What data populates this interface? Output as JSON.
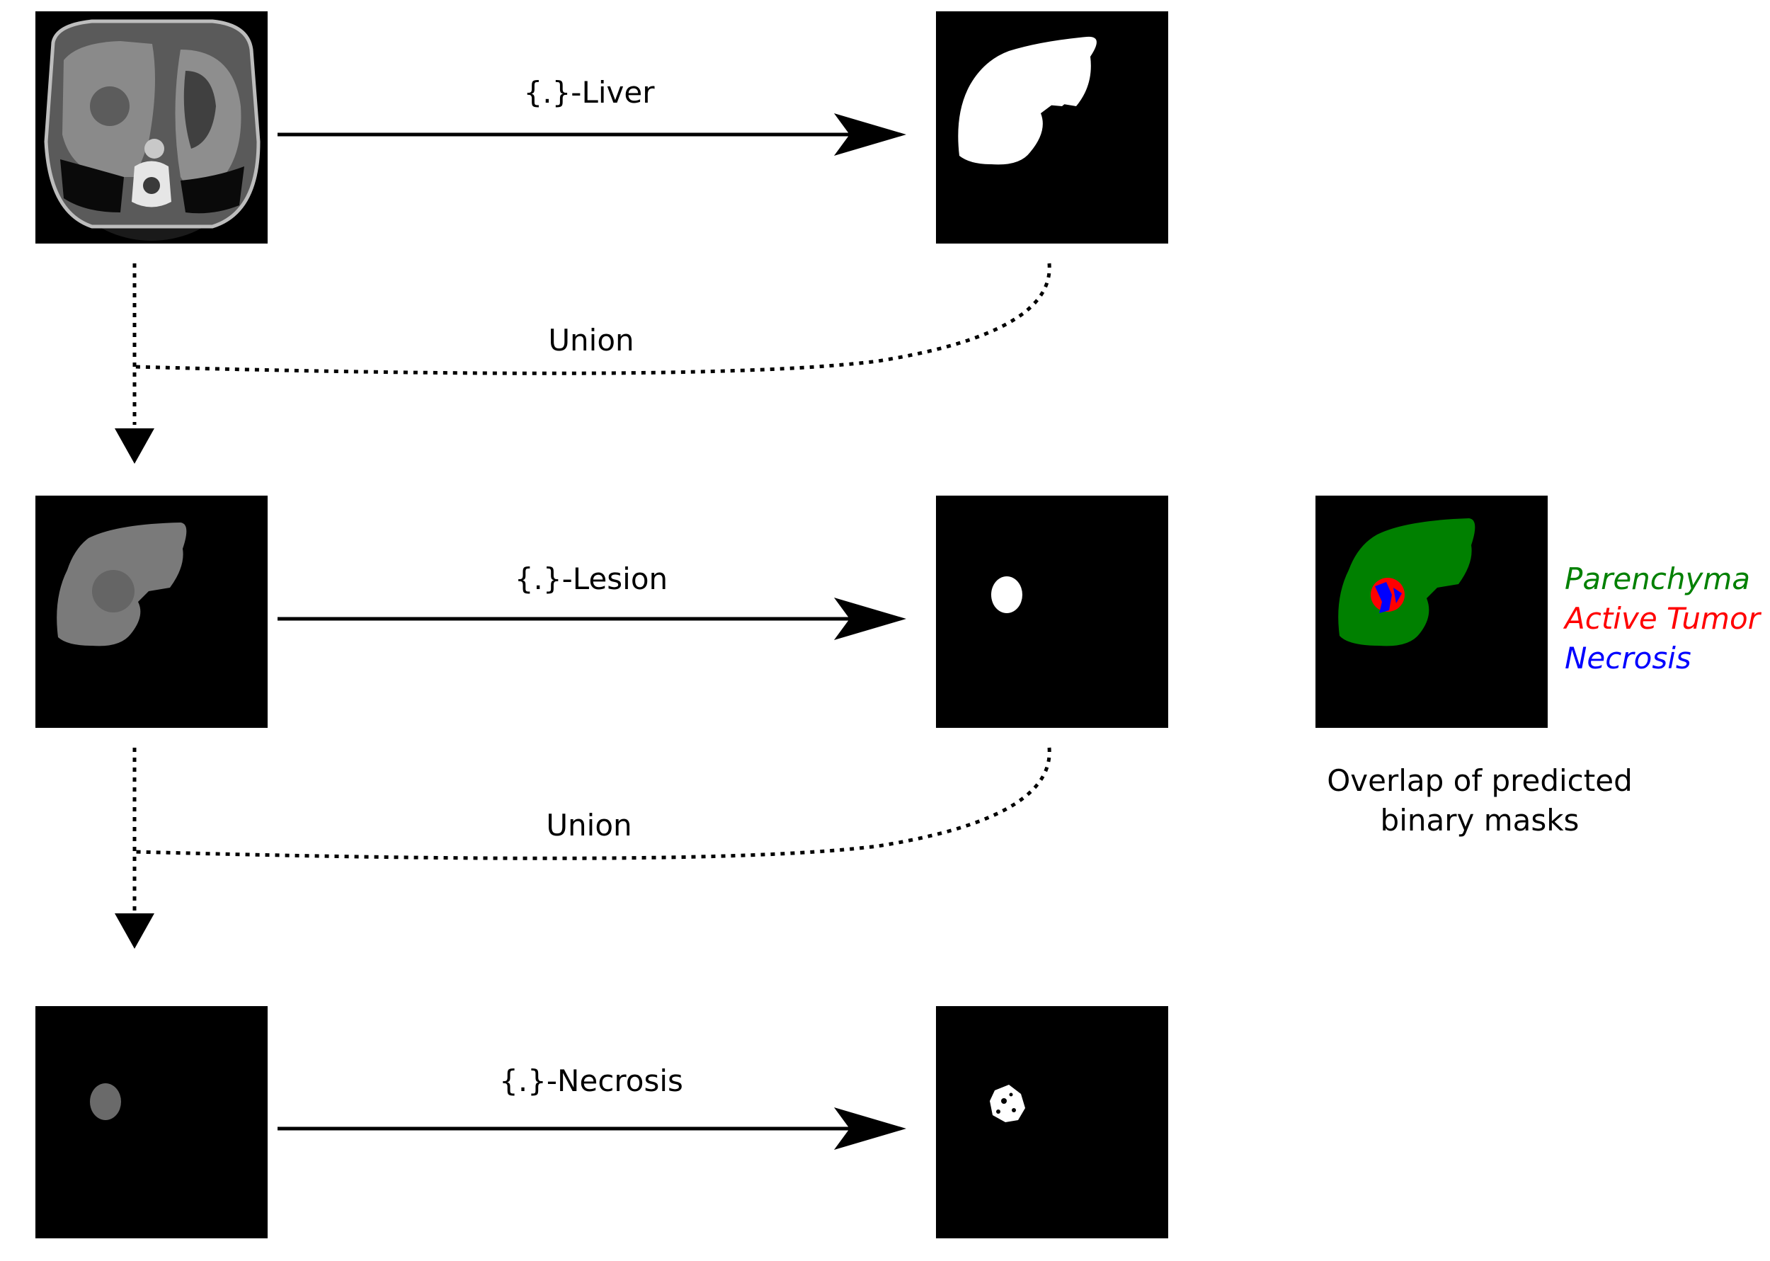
{
  "steps": {
    "liver_label": "{.}-Liver",
    "lesion_label": "{.}-Lesion",
    "necrosis_label": "{.}-Necrosis"
  },
  "connectors": {
    "union_1": "Union",
    "union_2": "Union"
  },
  "legend": {
    "parenchyma": "Parenchyma",
    "active_tumor": "Active Tumor",
    "necrosis": "Necrosis"
  },
  "caption": {
    "line1": "Overlap of predicted",
    "line2": "binary masks"
  },
  "colors": {
    "parenchyma": "#008000",
    "active_tumor": "#ff0000",
    "necrosis": "#0000ff",
    "panel_bg": "#000000",
    "mask_white": "#ffffff",
    "ct_gray": "#7a7a7a"
  }
}
